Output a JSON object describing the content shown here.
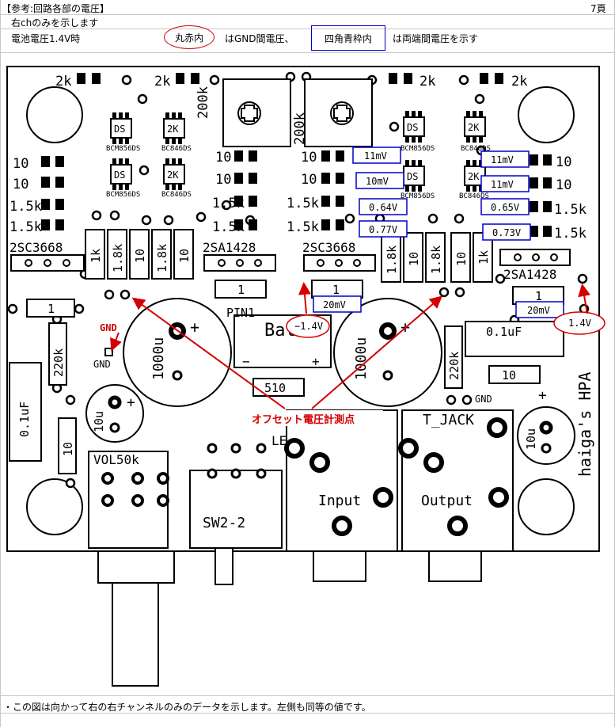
{
  "header": {
    "title": "【参考:回路各部の電圧】",
    "page": "7頁",
    "line1": "右chのみを示します",
    "line2": "電池電圧1.4V時",
    "legend_red": "丸赤内",
    "legend_red_desc": "はGND間電圧、",
    "legend_blue": "四角青枠内",
    "legend_blue_desc": "は両端間電圧を示す"
  },
  "board": {
    "resistors_top": [
      "2k",
      "2k",
      "2k",
      "2k"
    ],
    "trimmers": [
      "200k",
      "200k"
    ],
    "transistor_labels": [
      "BCM856DS",
      "BC846DS",
      "BCM856DS",
      "BC846DS",
      "BCM856DS",
      "BC846DS",
      "BCM856DS",
      "BC846DS"
    ],
    "chip_marks": [
      "DS",
      "2K",
      "DS",
      "2K",
      "DS",
      "2K",
      "DS",
      "2K"
    ],
    "left_small": [
      "10",
      "10",
      "1.5k",
      "1.5k"
    ],
    "mid_small": [
      "10",
      "10",
      "1.5k",
      "1.5k"
    ],
    "mid2_small": [
      "10",
      "10",
      "1.5k",
      "1.5k"
    ],
    "right_small": [
      "10",
      "10",
      "1.5k",
      "1.5k"
    ],
    "transistors": [
      "2SC3668",
      "2SA1428",
      "2SC3668",
      "2SA1428"
    ],
    "vertical_resistors_left": [
      "1k",
      "1.8k",
      "10",
      "1.8k",
      "10"
    ],
    "vertical_resistors_right": [
      "1.8k",
      "10",
      "1.8k",
      "10",
      "1k"
    ],
    "horizontal_resistors": [
      "1",
      "1",
      "1",
      "1",
      "510",
      "10"
    ],
    "caps": [
      "1000u",
      "1000u",
      "10u",
      "10u"
    ],
    "film_caps": [
      "0.1uF",
      "0.1uF"
    ],
    "r220k": [
      "220k",
      "220k"
    ],
    "r10_left": "10",
    "pin": "PIN1",
    "bat": "Bat",
    "bat_minus": "−",
    "bat_plus": "+",
    "gnd_labels": [
      "GND",
      "GND"
    ],
    "vol": "VOL50k",
    "sw": "SW2-2",
    "input": "Input",
    "output": "Output",
    "jack": "T_JACK",
    "brand": "haiga's HPA",
    "led": "LED",
    "plus_marks": [
      "+",
      "+",
      "+",
      "+"
    ]
  },
  "annotations": {
    "blue_boxes": [
      "11mV",
      "10mV",
      "0.64V",
      "0.77V",
      "11mV",
      "11mV",
      "0.65V",
      "0.73V",
      "20mV",
      "20mV"
    ],
    "red_circles": [
      "−1.4V",
      "1.4V"
    ],
    "gnd_label": "GND",
    "offset_label": "オフセット電圧計測点"
  },
  "footer": "・この図は向かって右の右チャンネルのみのデータを示します。左側も同等の値です。",
  "colors": {
    "annotation_red": "#d40000",
    "annotation_blue": "#0000c8",
    "offset_bg": "#ffffff"
  }
}
